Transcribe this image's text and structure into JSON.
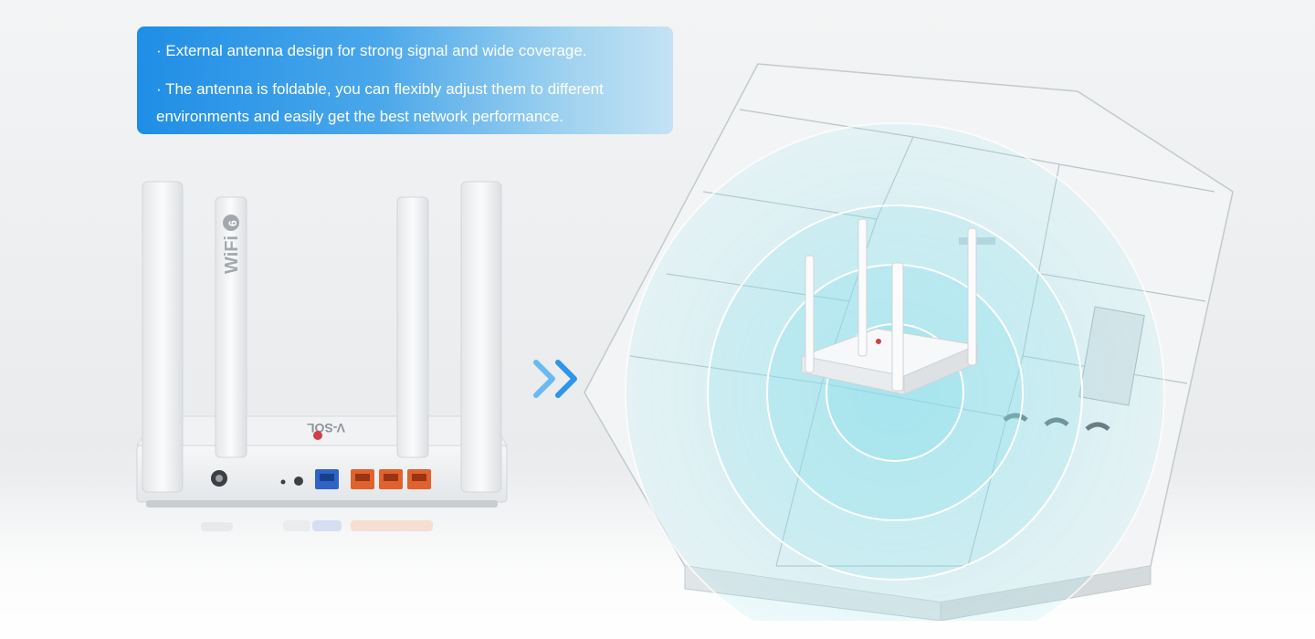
{
  "callout": {
    "bullets": [
      "· External antenna design for strong signal and wide coverage.",
      "· The antenna is foldable, you can flexibly adjust them to different environments and easily get the best network performance."
    ]
  },
  "router": {
    "antenna_brand": "WiFi 6",
    "logo_text": "V-SOL",
    "ports": [
      "DC",
      "RST",
      "WPS",
      "WAN",
      "LAN1",
      "LAN2",
      "LAN3"
    ]
  },
  "house": {
    "signal_rings": 4,
    "accent_color": "#5fd6e6"
  },
  "colors": {
    "callout_start": "#1f8ee6",
    "callout_end": "#c4e3f4",
    "wan_port": "#2f63c8",
    "lan_port": "#e0622e",
    "arrow": "#3aa3f0"
  }
}
